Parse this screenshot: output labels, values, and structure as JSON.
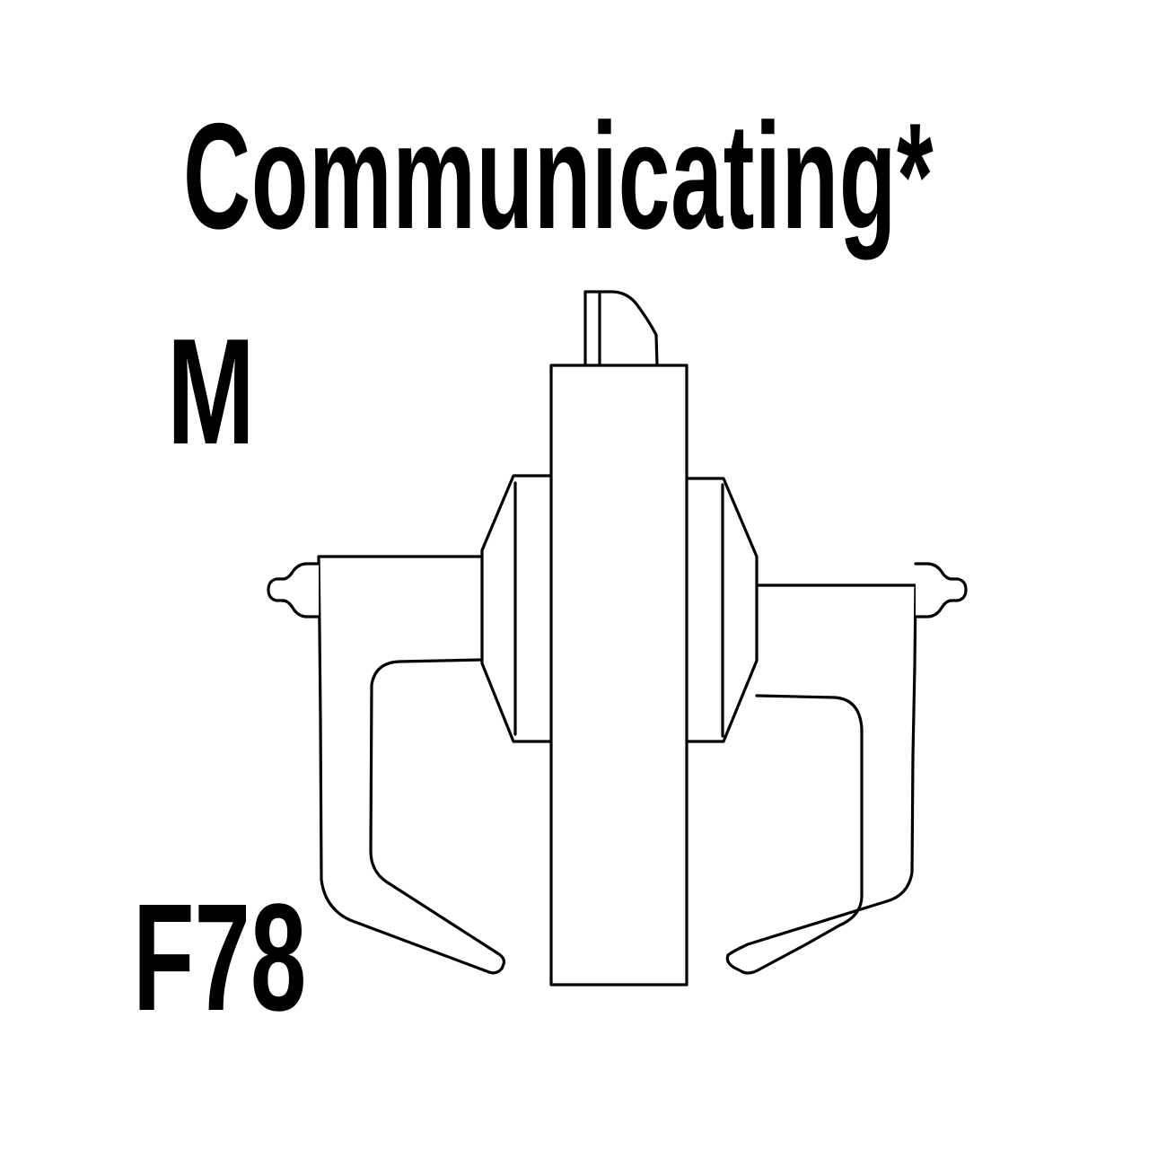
{
  "diagram": {
    "title": "Communicating*",
    "function_code": "M",
    "lever_code": "F78",
    "subject": "cylindrical lever lock, side elevation",
    "parts": [
      {
        "id": "latch",
        "name": "latch bolt"
      },
      {
        "id": "chassis",
        "name": "lock chassis / door section"
      },
      {
        "id": "left-rose",
        "name": "left rose"
      },
      {
        "id": "right-rose",
        "name": "right rose"
      },
      {
        "id": "left-lever",
        "name": "left lever"
      },
      {
        "id": "right-lever",
        "name": "right lever"
      },
      {
        "id": "left-cylinder",
        "name": "left key cylinder"
      },
      {
        "id": "right-cylinder",
        "name": "right key cylinder"
      }
    ],
    "colors": {
      "line": "#000000",
      "background": "#ffffff",
      "text": "#000000"
    }
  }
}
